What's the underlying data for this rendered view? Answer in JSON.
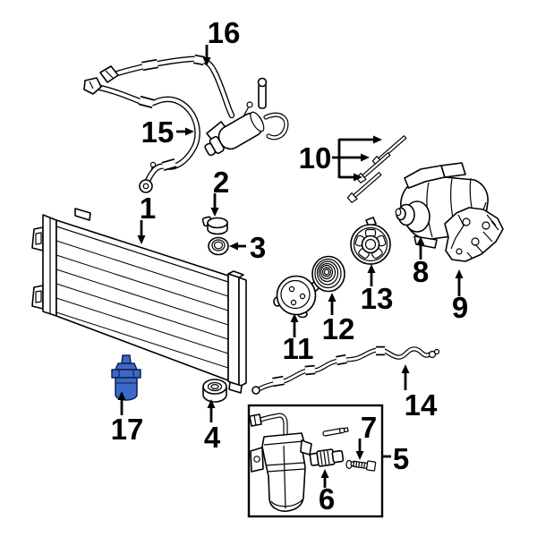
{
  "diagram": {
    "background_color": "#ffffff",
    "line_color": "#000000",
    "highlight_color": "#3b69c9",
    "highlight_outline_color": "#0d2050",
    "callouts": {
      "c1": "1",
      "c2": "2",
      "c3": "3",
      "c4": "4",
      "c5": "5",
      "c6": "6",
      "c7": "7",
      "c8": "8",
      "c9": "9",
      "c10": "10",
      "c11": "11",
      "c12": "12",
      "c13": "13",
      "c14": "14",
      "c15": "15",
      "c16": "16",
      "c17": "17"
    }
  }
}
